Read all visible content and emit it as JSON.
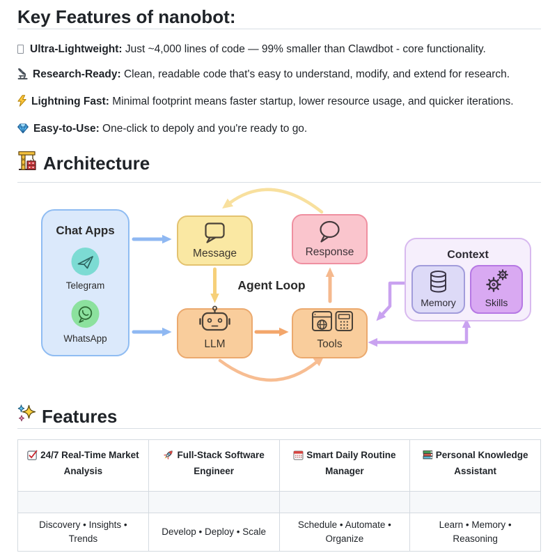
{
  "page": {
    "title": "Key Features of nanobot:",
    "features_list": [
      {
        "icon": "missing-glyph-box",
        "label": "Ultra-Lightweight:",
        "text": " Just ~4,000 lines of code — 99% smaller than Clawdbot - core functionality."
      },
      {
        "icon": "microscope",
        "label": "Research-Ready:",
        "text": " Clean, readable code that's easy to understand, modify, and extend for research."
      },
      {
        "icon": "lightning",
        "label": "Lightning Fast:",
        "text": " Minimal footprint means faster startup, lower resource usage, and quicker iterations."
      },
      {
        "icon": "gem",
        "label": "Easy-to-Use:",
        "text": " One-click to depoly and you're ready to go."
      }
    ],
    "architecture_heading": "Architecture",
    "features_heading": "Features"
  },
  "diagram": {
    "chat_apps": {
      "title": "Chat Apps",
      "apps": [
        "Telegram",
        "WhatsApp"
      ]
    },
    "nodes": {
      "message": "Message",
      "response": "Response",
      "llm": "LLM",
      "tools": "Tools",
      "context": "Context",
      "memory": "Memory",
      "skills": "Skills"
    },
    "agent_loop_label": "Agent Loop",
    "colors": {
      "chat_apps_fill": "#DBE9FB",
      "chat_apps_border": "#8FBCF2",
      "message_fill": "#FAE8A3",
      "message_border": "#E3C26F",
      "response_fill": "#FAC5CD",
      "response_border": "#EF8FA0",
      "llm_tools_fill": "#F9CD9C",
      "llm_tools_border": "#EBA96E",
      "context_fill": "#F6EFFC",
      "context_border": "#D8B9EF",
      "memory_fill": "#DDDAF7",
      "memory_border": "#A29CDB",
      "skills_fill": "#D9A9F2",
      "skills_border": "#B678E4",
      "arrow_blue": "#8FB8F2",
      "arrow_yellow": "#F6D07A",
      "arrow_orange": "#F3A66B",
      "arrow_purple": "#C9A2F0",
      "telegram_circle": "#7CDBD3",
      "whatsapp_circle": "#8CE19E"
    }
  },
  "features_table": {
    "columns": [
      {
        "icon": "checked-box",
        "title": "24/7 Real-Time Market Analysis",
        "tagline": "Discovery • Insights • Trends"
      },
      {
        "icon": "rocket",
        "title": "Full-Stack Software Engineer",
        "tagline": "Develop • Deploy • Scale"
      },
      {
        "icon": "calendar",
        "title": "Smart Daily Routine Manager",
        "tagline": "Schedule • Automate • Organize"
      },
      {
        "icon": "books",
        "title": "Personal Knowledge Assistant",
        "tagline": "Learn • Memory • Reasoning"
      }
    ]
  }
}
